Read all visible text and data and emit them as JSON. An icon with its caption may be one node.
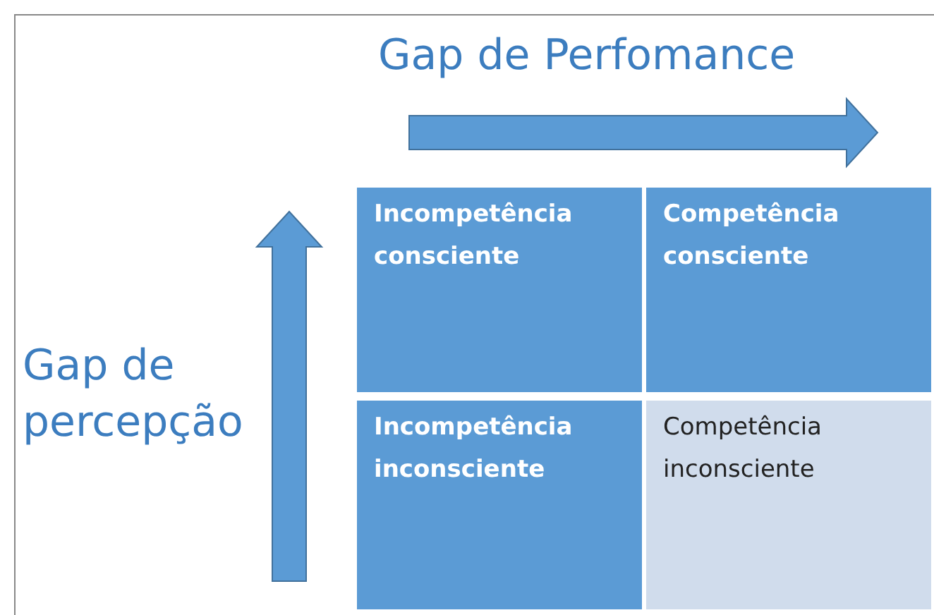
{
  "diagram": {
    "nodes": [
      {
        "text": [
          "Incompetência consciente"
        ]
      },
      {
        "text": [
          "Competência consciente"
        ]
      },
      {
        "text": [
          "Incompetência inconsciente"
        ]
      },
      {
        "text": [
          "Competência inconsciente"
        ]
      }
    ],
    "labels": [
      "Gap de Perfomance",
      "Gap de percepção"
    ]
  }
}
